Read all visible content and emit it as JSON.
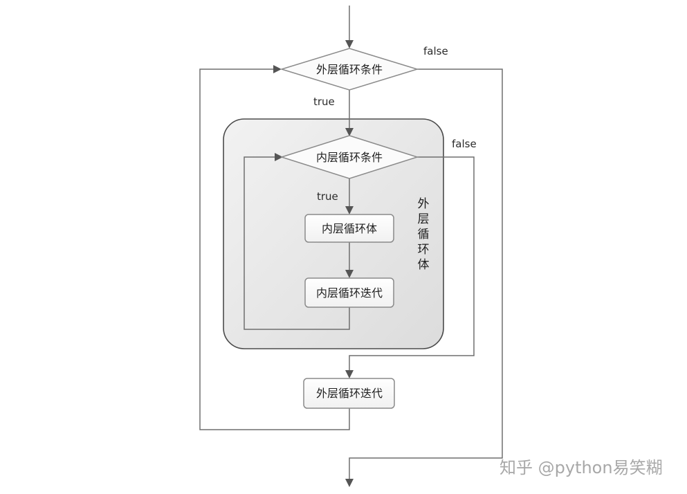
{
  "nodes": {
    "outer_condition": "外层循环条件",
    "inner_condition": "内层循环条件",
    "inner_body": "内层循环体",
    "inner_iteration": "内层循环迭代",
    "outer_iteration": "外层循环迭代"
  },
  "edge_labels": {
    "outer_true": "true",
    "outer_false": "false",
    "inner_true": "true",
    "inner_false": "false"
  },
  "group_label": [
    "外",
    "层",
    "循",
    "环",
    "体"
  ],
  "watermark": "知乎 @python易笑糊",
  "colors": {
    "line": "#6e6e6e",
    "node_border": "#8a8a8a",
    "diamond_fill": "#fbfbfb",
    "group_fill": "#e6e6e6",
    "group_border": "#4a4a4a"
  }
}
